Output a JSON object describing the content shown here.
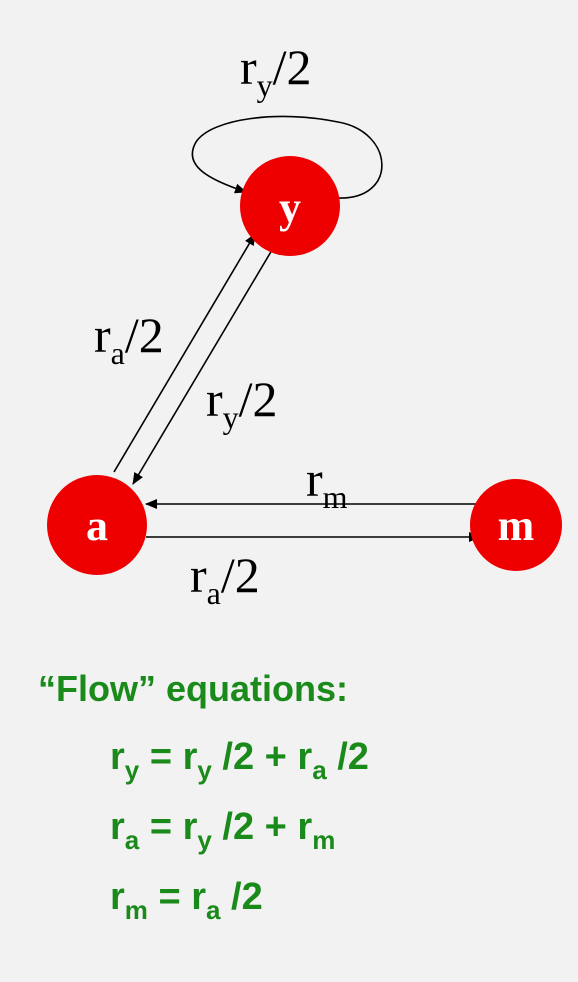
{
  "nodes": [
    {
      "id": "y",
      "label": "y"
    },
    {
      "id": "a",
      "label": "a"
    },
    {
      "id": "m",
      "label": "m"
    }
  ],
  "edges": [
    {
      "from": "y",
      "to": "y",
      "label_base": "r",
      "label_sub": "y",
      "label_tail": "/2"
    },
    {
      "from": "a",
      "to": "y",
      "label_base": "r",
      "label_sub": "a",
      "label_tail": "/2"
    },
    {
      "from": "y",
      "to": "a",
      "label_base": "r",
      "label_sub": "y",
      "label_tail": "/2"
    },
    {
      "from": "m",
      "to": "a",
      "label_base": "r",
      "label_sub": "m",
      "label_tail": ""
    },
    {
      "from": "a",
      "to": "m",
      "label_base": "r",
      "label_sub": "a",
      "label_tail": "/2"
    }
  ],
  "equations": {
    "title": "“Flow” equations:",
    "lines": [
      {
        "lhs_base": "r",
        "lhs_sub": "y",
        "eq": " = ",
        "t1_base": "r",
        "t1_sub": "y",
        "t1_tail": " /2 + ",
        "t2_base": "r",
        "t2_sub": "a",
        "t2_tail": " /2"
      },
      {
        "lhs_base": "r",
        "lhs_sub": "a",
        "eq": " = ",
        "t1_base": "r",
        "t1_sub": "y",
        "t1_tail": " /2 + ",
        "t2_base": "r",
        "t2_sub": "m",
        "t2_tail": ""
      },
      {
        "lhs_base": "r",
        "lhs_sub": "m",
        "eq": " = ",
        "t1_base": "r",
        "t1_sub": "a",
        "t1_tail": " /2",
        "t2_base": "",
        "t2_sub": "",
        "t2_tail": ""
      }
    ]
  },
  "colors": {
    "node_fill": "#ee0000",
    "equation_text": "#1a8a1a"
  }
}
